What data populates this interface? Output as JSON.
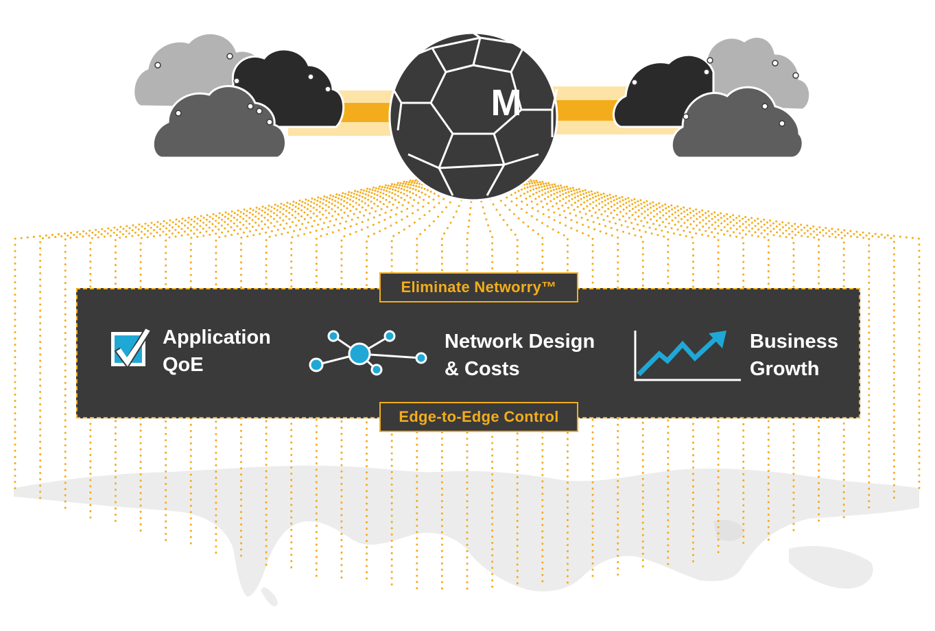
{
  "logo": {
    "letter": "M"
  },
  "tags": {
    "top": "Eliminate Networry™",
    "bottom": "Edge-to-Edge Control"
  },
  "features": [
    {
      "line1": "Application",
      "line2": "QoE",
      "icon": "checkbox-check-icon"
    },
    {
      "line1": "Network Design",
      "line2": "& Costs",
      "icon": "network-nodes-icon"
    },
    {
      "line1": "Business",
      "line2": "Growth",
      "icon": "growth-chart-icon"
    }
  ],
  "colors": {
    "accent": "#f3ad1c",
    "accent_light": "#fde3a6",
    "dark": "#3a3a3a",
    "cyan": "#1fa8d6",
    "cloud_light": "#b3b3b3",
    "cloud_mid": "#5e5e5e",
    "cloud_dark": "#2a2a2a",
    "map": "#ececec"
  }
}
